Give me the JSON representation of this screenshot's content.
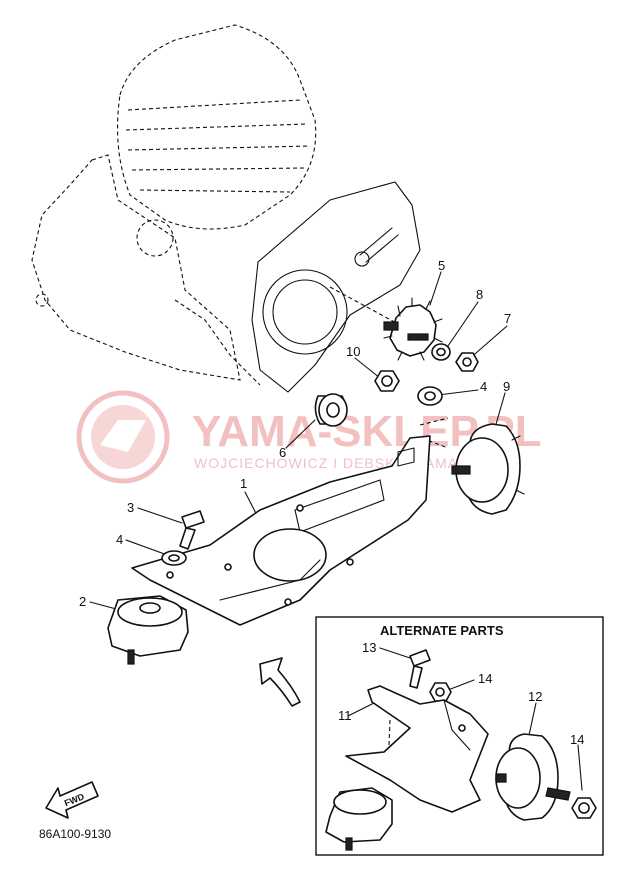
{
  "watermark": {
    "title": "YAMA-SKLEP.PL",
    "subtitle": "WOJCIECHOWICZ I DEBSKI - YAMAHA"
  },
  "diagram_code": "86A100-9130",
  "fwd_label": "FWD",
  "alternate_box": {
    "title": "ALTERNATE PARTS"
  },
  "callouts": {
    "c1": "1",
    "c2": "2",
    "c3": "3",
    "c4a": "4",
    "c4b": "4",
    "c5": "5",
    "c6": "6",
    "c7": "7",
    "c8": "8",
    "c9": "9",
    "c10": "10",
    "c11": "11",
    "c12": "12",
    "c13": "13",
    "c14a": "14",
    "c14b": "14"
  }
}
